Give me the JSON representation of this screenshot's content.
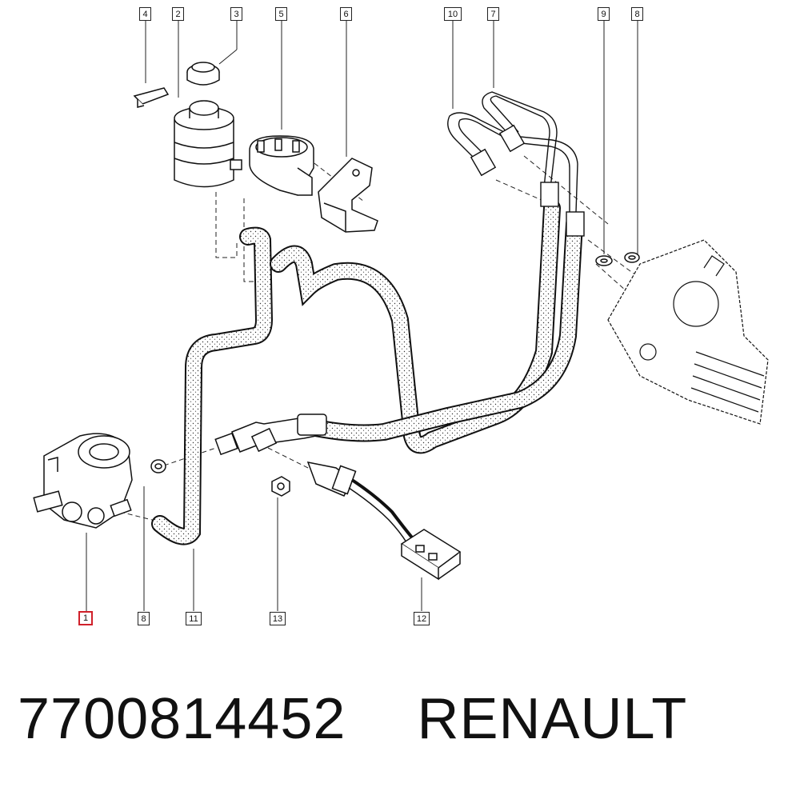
{
  "callouts": {
    "c1": "1",
    "c2": "2",
    "c3": "3",
    "c4": "4",
    "c5": "5",
    "c6": "6",
    "c7": "7",
    "c8a": "8",
    "c8b": "8",
    "c9": "9",
    "c10": "10",
    "c11": "11",
    "c12": "12",
    "c13": "13"
  },
  "highlighted_callout": "1",
  "caption": {
    "part_number": "7700814452",
    "brand": "RENAULT"
  },
  "colors": {
    "line": "#111111",
    "highlight": "#d0202a",
    "hose_fill": "#ffffff"
  }
}
